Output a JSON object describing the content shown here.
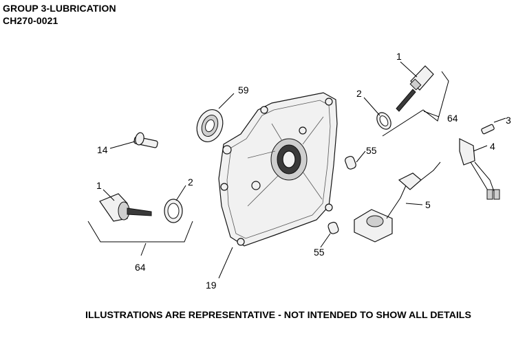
{
  "header": {
    "title": "GROUP 3-LUBRICATION",
    "code": "CH270-0021"
  },
  "callouts": {
    "c1_top": "1",
    "c2_top": "2",
    "c64_top": "64",
    "c3": "3",
    "c4": "4",
    "c5": "5",
    "c59": "59",
    "c14": "14",
    "c55_top": "55",
    "c55_bottom": "55",
    "c1_left": "1",
    "c2_left": "2",
    "c64_left": "64",
    "c19": "19"
  },
  "footer": {
    "note": "ILLUSTRATIONS ARE REPRESENTATIVE - NOT INTENDED TO SHOW ALL DETAILS"
  }
}
